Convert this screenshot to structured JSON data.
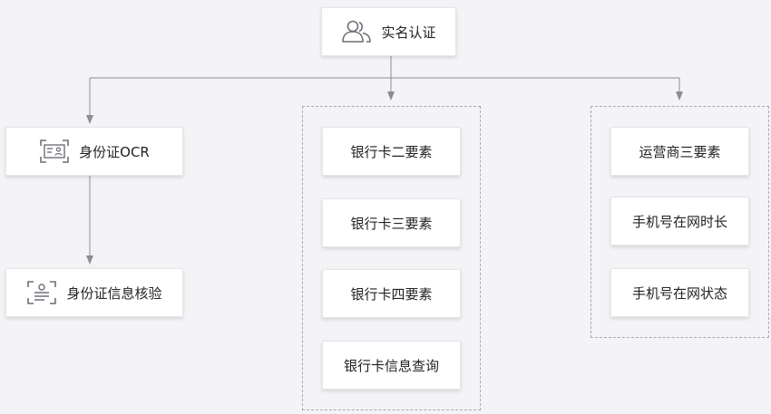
{
  "root": {
    "label": "实名认证",
    "icon": "users-icon"
  },
  "left_branch": {
    "ocr": {
      "label": "身份证OCR",
      "icon": "id-card-icon"
    },
    "verify": {
      "label": "身份证信息核验",
      "icon": "id-verify-icon"
    }
  },
  "bank_group": {
    "items": [
      {
        "label": "银行卡二要素"
      },
      {
        "label": "银行卡三要素"
      },
      {
        "label": "银行卡四要素"
      },
      {
        "label": "银行卡信息查询"
      }
    ]
  },
  "carrier_group": {
    "items": [
      {
        "label": "运营商三要素"
      },
      {
        "label": "手机号在网时长"
      },
      {
        "label": "手机号在网状态"
      }
    ]
  },
  "colors": {
    "background": "#f4f4f7",
    "node_fill": "#ffffff",
    "connector": "#8c8c94",
    "dashed_border": "#a8a8b0",
    "icon_stroke": "#6f6f78"
  }
}
